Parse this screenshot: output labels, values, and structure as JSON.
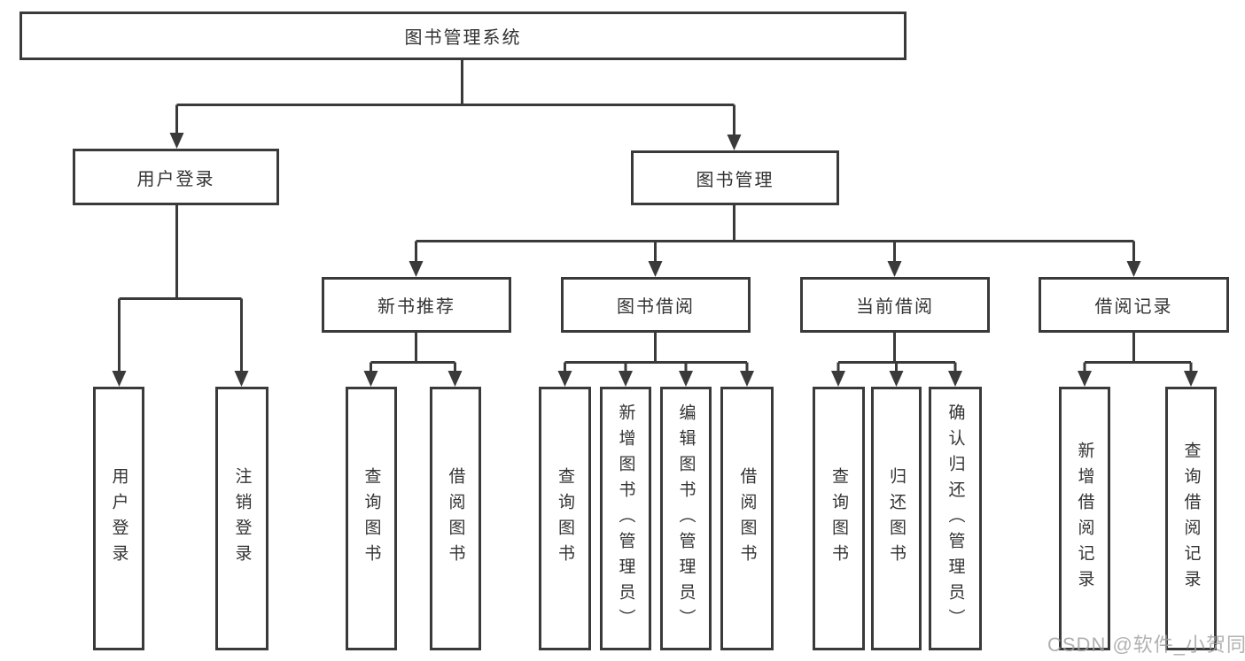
{
  "diagram": {
    "type": "tree",
    "title": "图书管理系统",
    "colors": {
      "line": "#3a3a3a",
      "border": "#3a3a3a",
      "text": "#333333",
      "background": "#ffffff",
      "watermark": "#a0a0a0"
    },
    "nodes": {
      "root": {
        "label": "图书管理系统"
      },
      "level2": [
        {
          "label": "用户登录"
        },
        {
          "label": "图书管理"
        }
      ],
      "level3": [
        {
          "label": "新书推荐",
          "parent": "图书管理"
        },
        {
          "label": "图书借阅",
          "parent": "图书管理"
        },
        {
          "label": "当前借阅",
          "parent": "图书管理"
        },
        {
          "label": "借阅记录",
          "parent": "图书管理"
        }
      ],
      "leaves": [
        {
          "label": "用户登录",
          "parent": "用户登录"
        },
        {
          "label": "注销登录",
          "parent": "用户登录"
        },
        {
          "label": "查询图书",
          "parent": "新书推荐"
        },
        {
          "label": "借阅图书",
          "parent": "新书推荐"
        },
        {
          "label": "查询图书",
          "parent": "图书借阅"
        },
        {
          "label": "新增图书（管理员）",
          "parent": "图书借阅"
        },
        {
          "label": "编辑图书（管理员）",
          "parent": "图书借阅"
        },
        {
          "label": "借阅图书",
          "parent": "图书借阅"
        },
        {
          "label": "查询图书",
          "parent": "当前借阅"
        },
        {
          "label": "归还图书",
          "parent": "当前借阅"
        },
        {
          "label": "确认归还（管理员）",
          "parent": "当前借阅"
        },
        {
          "label": "新增借阅记录",
          "parent": "借阅记录"
        },
        {
          "label": "查询借阅记录",
          "parent": "借阅记录"
        }
      ]
    },
    "watermark": "CSDN @软件_小贺同学"
  }
}
